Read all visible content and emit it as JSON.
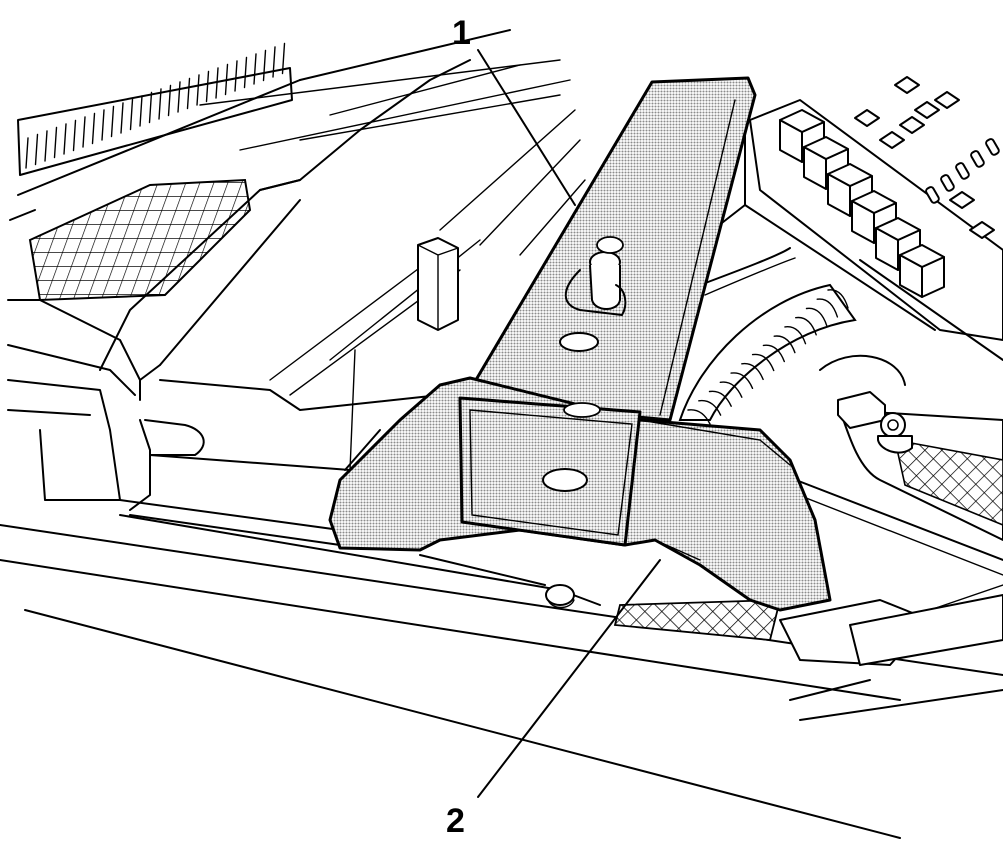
{
  "diagram": {
    "callouts": [
      {
        "id": "callout-1",
        "label": "1"
      },
      {
        "id": "callout-2",
        "label": "2"
      }
    ],
    "colors": {
      "line": "#000000",
      "background": "#ffffff",
      "stipple": "#9a9a9a"
    }
  }
}
